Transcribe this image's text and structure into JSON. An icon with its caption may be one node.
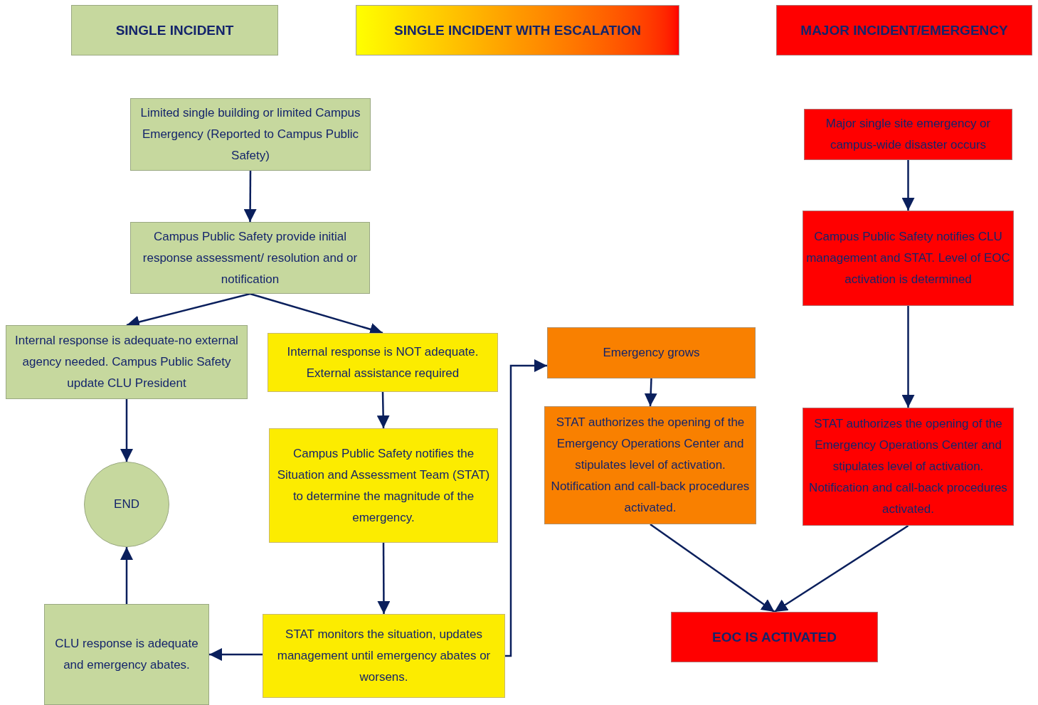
{
  "diagram": {
    "nodes": [
      {
        "text": [
          "SINGLE INCIDENT"
        ]
      },
      {
        "text": [
          "SINGLE INCIDENT WITH ESCALATION"
        ]
      },
      {
        "text": [
          "MAJOR INCIDENT/EMERGENCY"
        ]
      },
      {
        "text": [
          "Limited single building or limited Campus Emergency (Reported to Campus Public Safety)"
        ]
      },
      {
        "text": [
          "Campus Public Safety provide initial response assessment/ resolution and or notification"
        ]
      },
      {
        "text": [
          "Internal response is adequate-no external agency needed.  Campus Public Safety update CLU President"
        ]
      },
      {
        "text": [
          "Internal response is NOT adequate. External assistance required"
        ]
      },
      {
        "text": [
          "Campus Public Safety notifies the Situation and Assessment Team (STAT) to determine the magnitude of the emergency."
        ]
      },
      {
        "text": [
          "STAT monitors the situation, updates management until emergency abates or worsens."
        ]
      },
      {
        "text": [
          "CLU response is adequate and emergency abates."
        ]
      },
      {
        "text": [
          "END"
        ]
      },
      {
        "text": [
          "Emergency grows"
        ]
      },
      {
        "text": [
          "STAT authorizes the opening of the Emergency Operations Center and stipulates level of activation.  Notification and call-back procedures activated."
        ]
      },
      {
        "text": [
          "Major single site emergency or campus-wide disaster occurs"
        ]
      },
      {
        "text": [
          "Campus Public Safety notifies CLU management and STAT.  Level of EOC activation is determined"
        ]
      },
      {
        "text": [
          "STAT authorizes the opening of the Emergency Operations Center and stipulates level of activation.  Notification and call-back procedures activated."
        ]
      },
      {
        "text": [
          "EOC IS ACTIVATED"
        ]
      }
    ],
    "edges": [
      {
        "from": 3,
        "to": 4,
        "arrow": "to"
      },
      {
        "from": 4,
        "to": 5,
        "arrow": "to"
      },
      {
        "from": 4,
        "to": 6,
        "arrow": "to"
      },
      {
        "from": 5,
        "to": 10,
        "arrow": "to"
      },
      {
        "from": 6,
        "to": 7,
        "arrow": "to"
      },
      {
        "from": 7,
        "to": 8,
        "arrow": "to"
      },
      {
        "from": 8,
        "to": 9,
        "arrow": "to"
      },
      {
        "from": 9,
        "to": 10,
        "arrow": "to"
      },
      {
        "from": 8,
        "to": 11,
        "arrow": "to"
      },
      {
        "from": 11,
        "to": 12,
        "arrow": "to"
      },
      {
        "from": 12,
        "to": 16,
        "arrow": "to"
      },
      {
        "from": 13,
        "to": 14,
        "arrow": "to"
      },
      {
        "from": 14,
        "to": 15,
        "arrow": "to"
      },
      {
        "from": 15,
        "to": 16,
        "arrow": "to"
      }
    ]
  }
}
